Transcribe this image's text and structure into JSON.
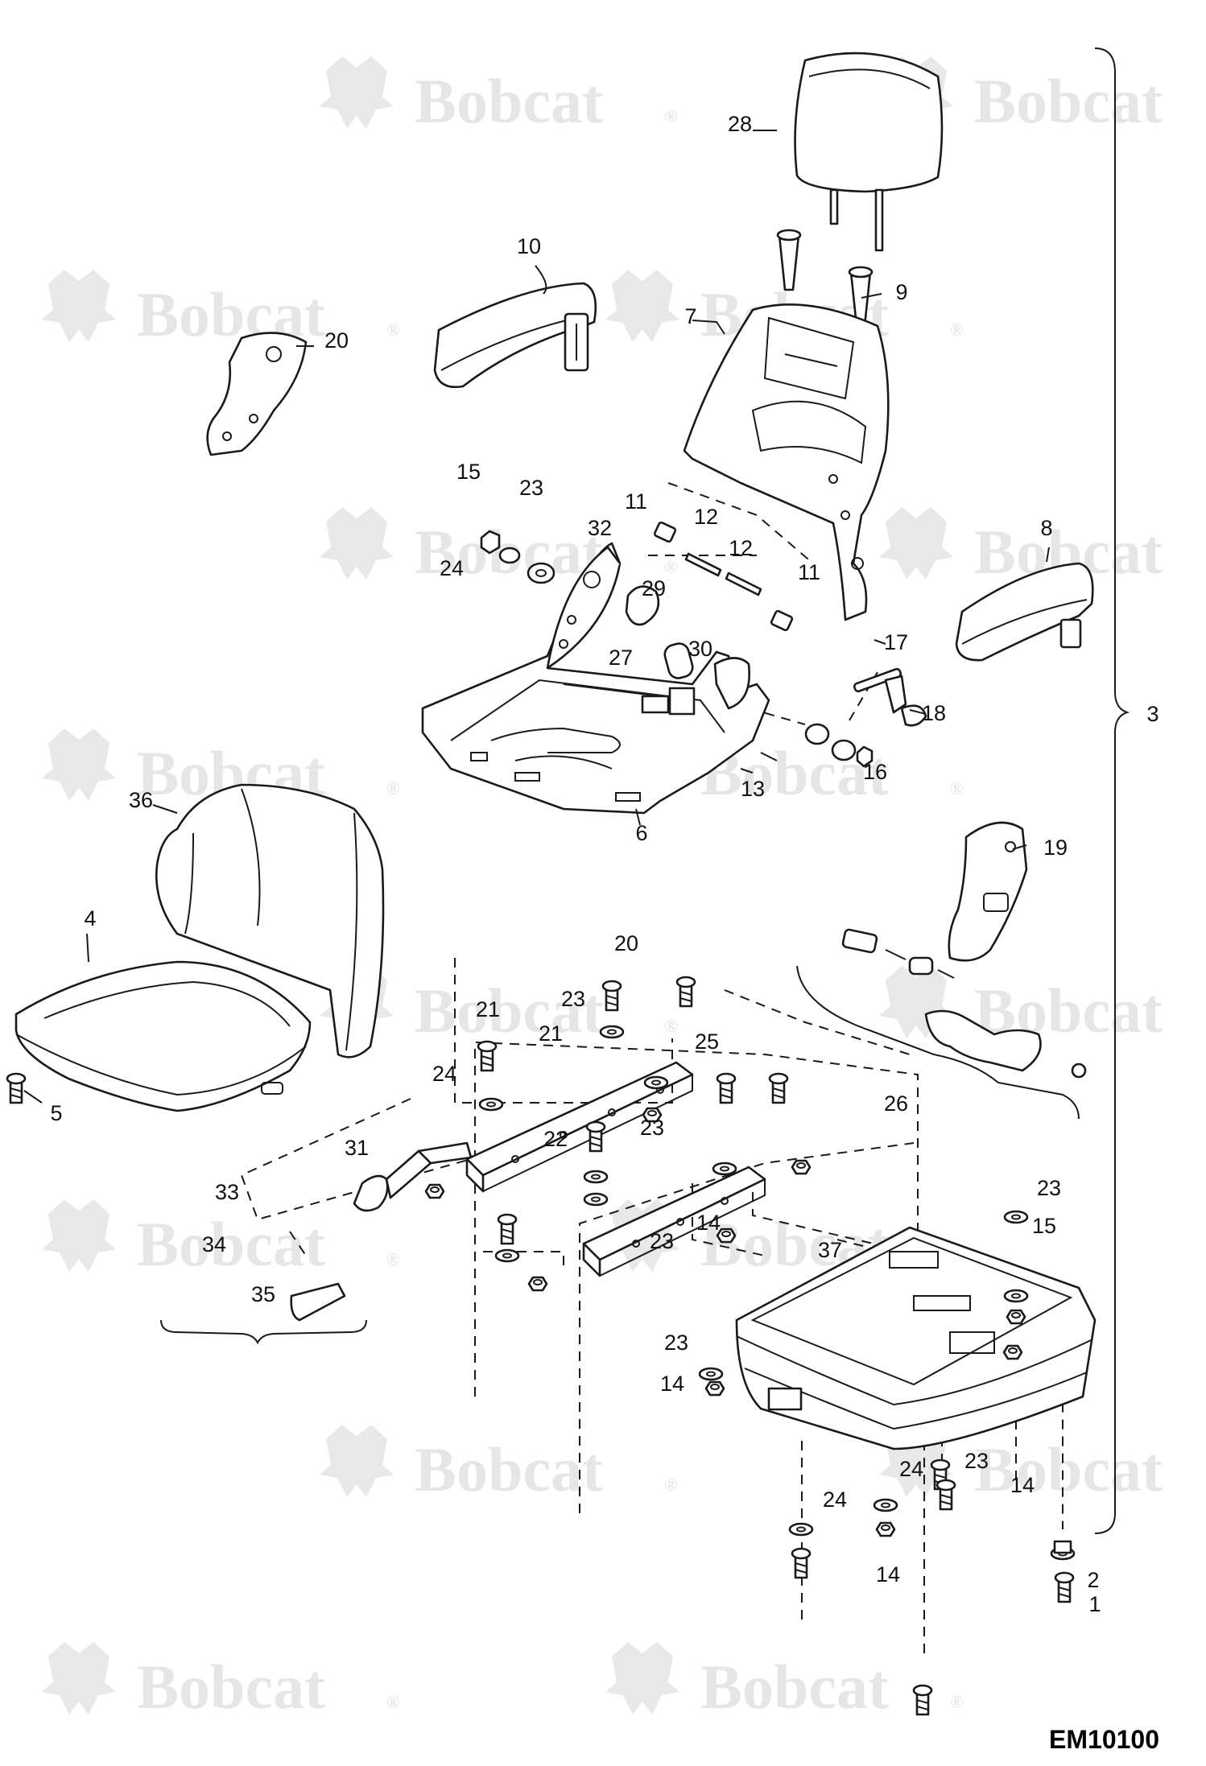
{
  "watermark": {
    "brand": "Bobcat",
    "mark": "®"
  },
  "diagram_code": "EM10100",
  "callouts": [
    "1",
    "2",
    "3",
    "4",
    "5",
    "6",
    "7",
    "8",
    "9",
    "10",
    "11",
    "11",
    "12",
    "12",
    "13",
    "14",
    "14",
    "14",
    "14",
    "15",
    "15",
    "16",
    "17",
    "18",
    "19",
    "20",
    "20",
    "21",
    "21",
    "22",
    "23",
    "23",
    "23",
    "23",
    "23",
    "23",
    "23",
    "24",
    "24",
    "24",
    "24",
    "25",
    "26",
    "27",
    "28",
    "29",
    "30",
    "31",
    "32",
    "33",
    "34",
    "35",
    "36",
    "37"
  ]
}
